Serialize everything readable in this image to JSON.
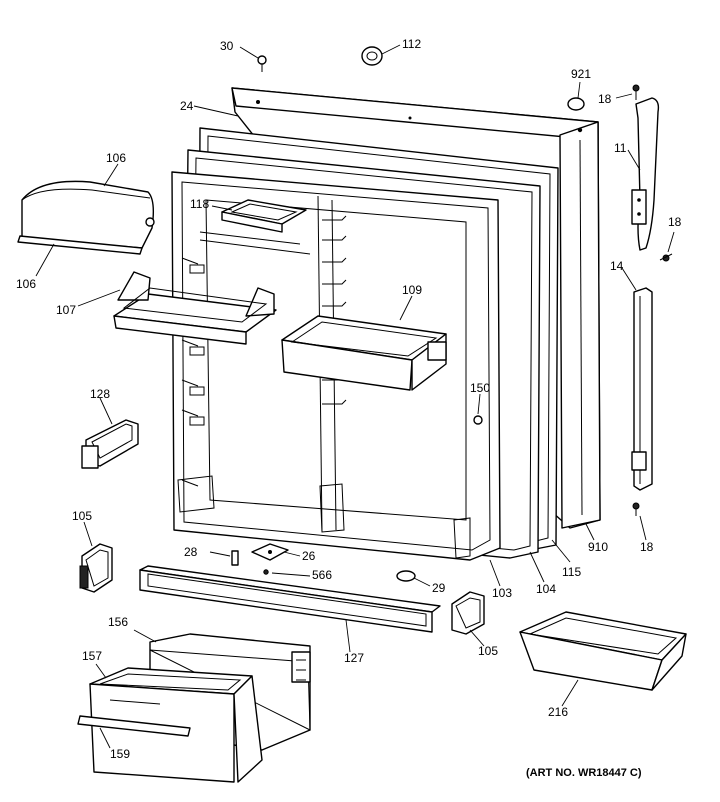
{
  "diagram": {
    "callouts": {
      "c30": "30",
      "c112": "112",
      "c921": "921",
      "c18a": "18",
      "c24": "24",
      "c106a": "106",
      "c11": "11",
      "c118": "118",
      "c18b": "18",
      "c14": "14",
      "c106b": "106",
      "c109": "109",
      "c107": "107",
      "c128": "128",
      "c150": "150",
      "c105a": "105",
      "c910": "910",
      "c18c": "18",
      "c28": "28",
      "c26": "26",
      "c566": "566",
      "c29": "29",
      "c103": "103",
      "c104": "104",
      "c115": "115",
      "c156": "156",
      "c157": "157",
      "c127": "127",
      "c105b": "105",
      "c216": "216",
      "c159": "159"
    },
    "art_number": "(ART NO. WR18447 C)"
  }
}
